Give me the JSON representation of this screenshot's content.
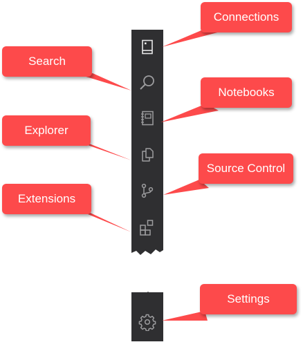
{
  "activity_bar": {
    "background": "#2f2f31",
    "icon_color": "#9d9d9f",
    "items": [
      {
        "key": "connections",
        "icon": "server-icon"
      },
      {
        "key": "search",
        "icon": "search-icon"
      },
      {
        "key": "notebooks",
        "icon": "notebook-icon"
      },
      {
        "key": "explorer",
        "icon": "files-icon"
      },
      {
        "key": "source_control",
        "icon": "source-control-icon"
      },
      {
        "key": "extensions",
        "icon": "extensions-icon"
      },
      {
        "key": "settings",
        "icon": "gear-icon"
      }
    ]
  },
  "callouts": {
    "color": "#fd4a4b",
    "connections": "Connections",
    "search": "Search",
    "notebooks": "Notebooks",
    "explorer": "Explorer",
    "source_control": "Source Control",
    "extensions": "Extensions",
    "settings": "Settings"
  }
}
